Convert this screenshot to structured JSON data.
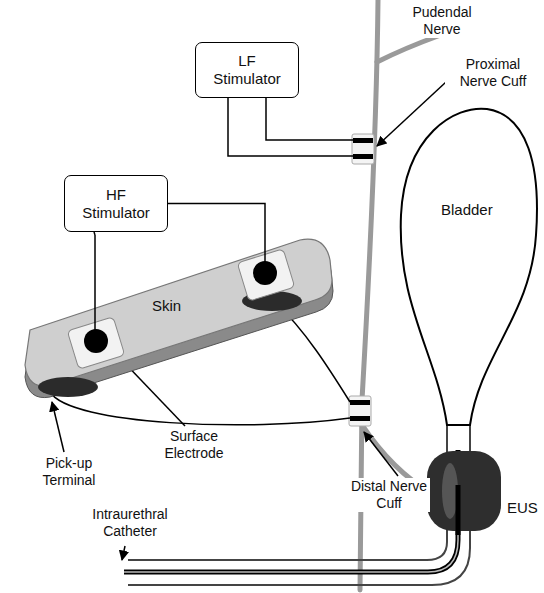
{
  "diagram": {
    "nodes": [
      {
        "text": [
          "LF Stimulator"
        ]
      },
      {
        "text": [
          "HF Stimulator"
        ]
      },
      {
        "text": [
          "Skin"
        ]
      },
      {
        "text": [
          "Bladder"
        ]
      },
      {
        "text": [
          "EUS"
        ]
      }
    ],
    "edges": [
      {
        "from": 1,
        "to": 2,
        "arrow": "none"
      },
      {
        "from": 1,
        "to": 2,
        "arrow": "none"
      }
    ],
    "labels": [
      "Pudendal Nerve",
      "Proximal Nerve Cuff",
      "Surface Electrode",
      "Pick-up Terminal",
      "Distal Nerve Cuff",
      "Intraurethral Catheter"
    ]
  }
}
